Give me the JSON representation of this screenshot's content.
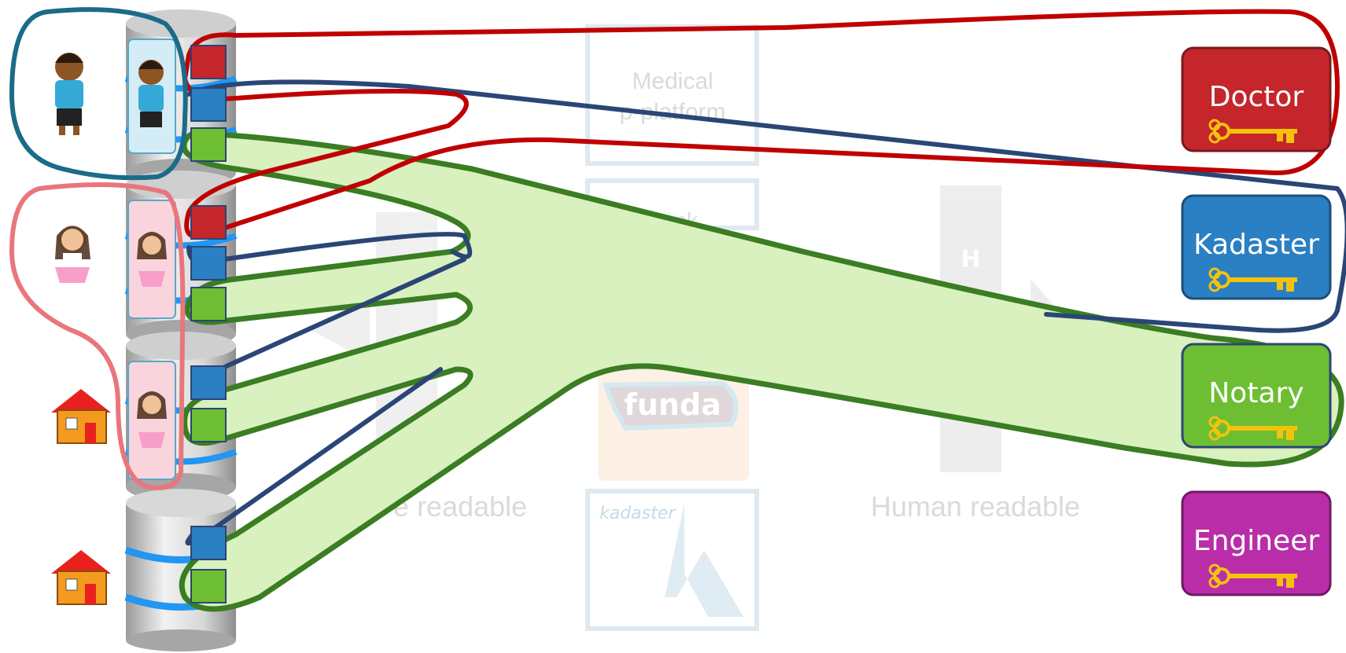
{
  "roles": [
    {
      "label": "Doctor",
      "color": "#c4262b",
      "icon": "key-icon"
    },
    {
      "label": "Kadaster",
      "color": "#2b7fc3",
      "icon": "key-icon"
    },
    {
      "label": "Notary",
      "color": "#6ebe33",
      "icon": "key-icon"
    },
    {
      "label": "Engineer",
      "color": "#b92ea8",
      "icon": "key-icon"
    }
  ],
  "background": {
    "medical": [
      "Medical",
      "p-platform"
    ],
    "bank": "Bank",
    "funda": "funda",
    "kadaster_logo": "kadaster",
    "machine_readable": "e readable",
    "human_readable": "Human readable",
    "side_letters_h": "H"
  },
  "persons": [
    {
      "name": "boy",
      "icon": "boy-avatar-icon"
    },
    {
      "name": "girl",
      "icon": "girl-avatar-icon"
    },
    {
      "name": "house-1",
      "icon": "house-icon"
    },
    {
      "name": "house-2",
      "icon": "house-icon"
    }
  ],
  "colors": {
    "doctor_loop": "#c00000",
    "kadaster_loop": "#2a4676",
    "notary_loop": "#3a7d22",
    "notary_fill": "#d9f0bf",
    "boy_outline": "#1b6b8a",
    "girl_outline": "#e9767c"
  }
}
